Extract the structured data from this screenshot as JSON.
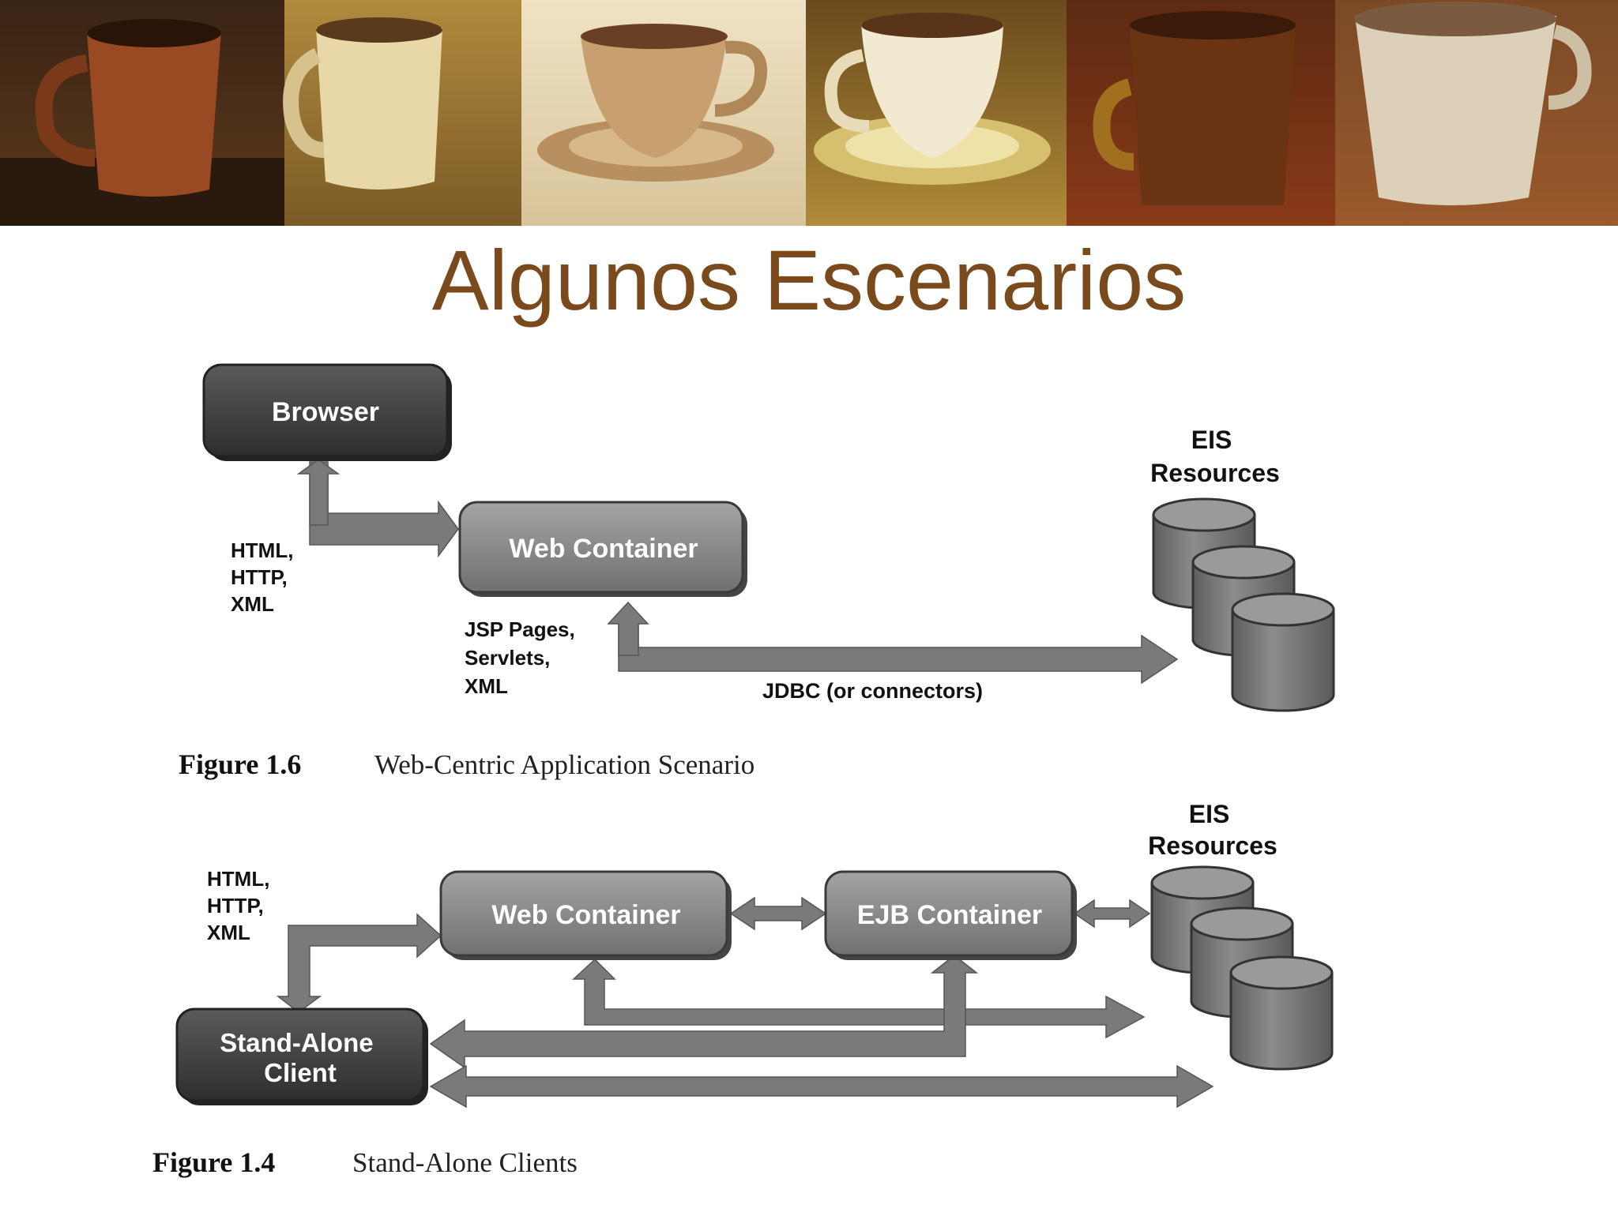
{
  "slide": {
    "title": "Algunos Escenarios",
    "banner_icon": "coffee-cups-painting",
    "title_color": "#7a4a1c"
  },
  "figure_web_centric": {
    "browser_label": "Browser",
    "web_container_label": "Web Container",
    "protocols": [
      "HTML,",
      "HTTP,",
      "XML"
    ],
    "components": [
      "JSP Pages,",
      "Servlets,",
      "XML"
    ],
    "jdbc_label": "JDBC (or connectors)",
    "eis_label": [
      "EIS",
      "Resources"
    ],
    "caption_number": "Figure 1.6",
    "caption_text": "Web-Centric Application Scenario"
  },
  "figure_stand_alone": {
    "protocols": [
      "HTML,",
      "HTTP,",
      "XML"
    ],
    "web_container_label": "Web Container",
    "ejb_container_label": "EJB Container",
    "client_label": [
      "Stand-Alone",
      "Client"
    ],
    "eis_label": [
      "EIS",
      "Resources"
    ],
    "caption_number": "Figure 1.4",
    "caption_text": "Stand-Alone Clients"
  }
}
